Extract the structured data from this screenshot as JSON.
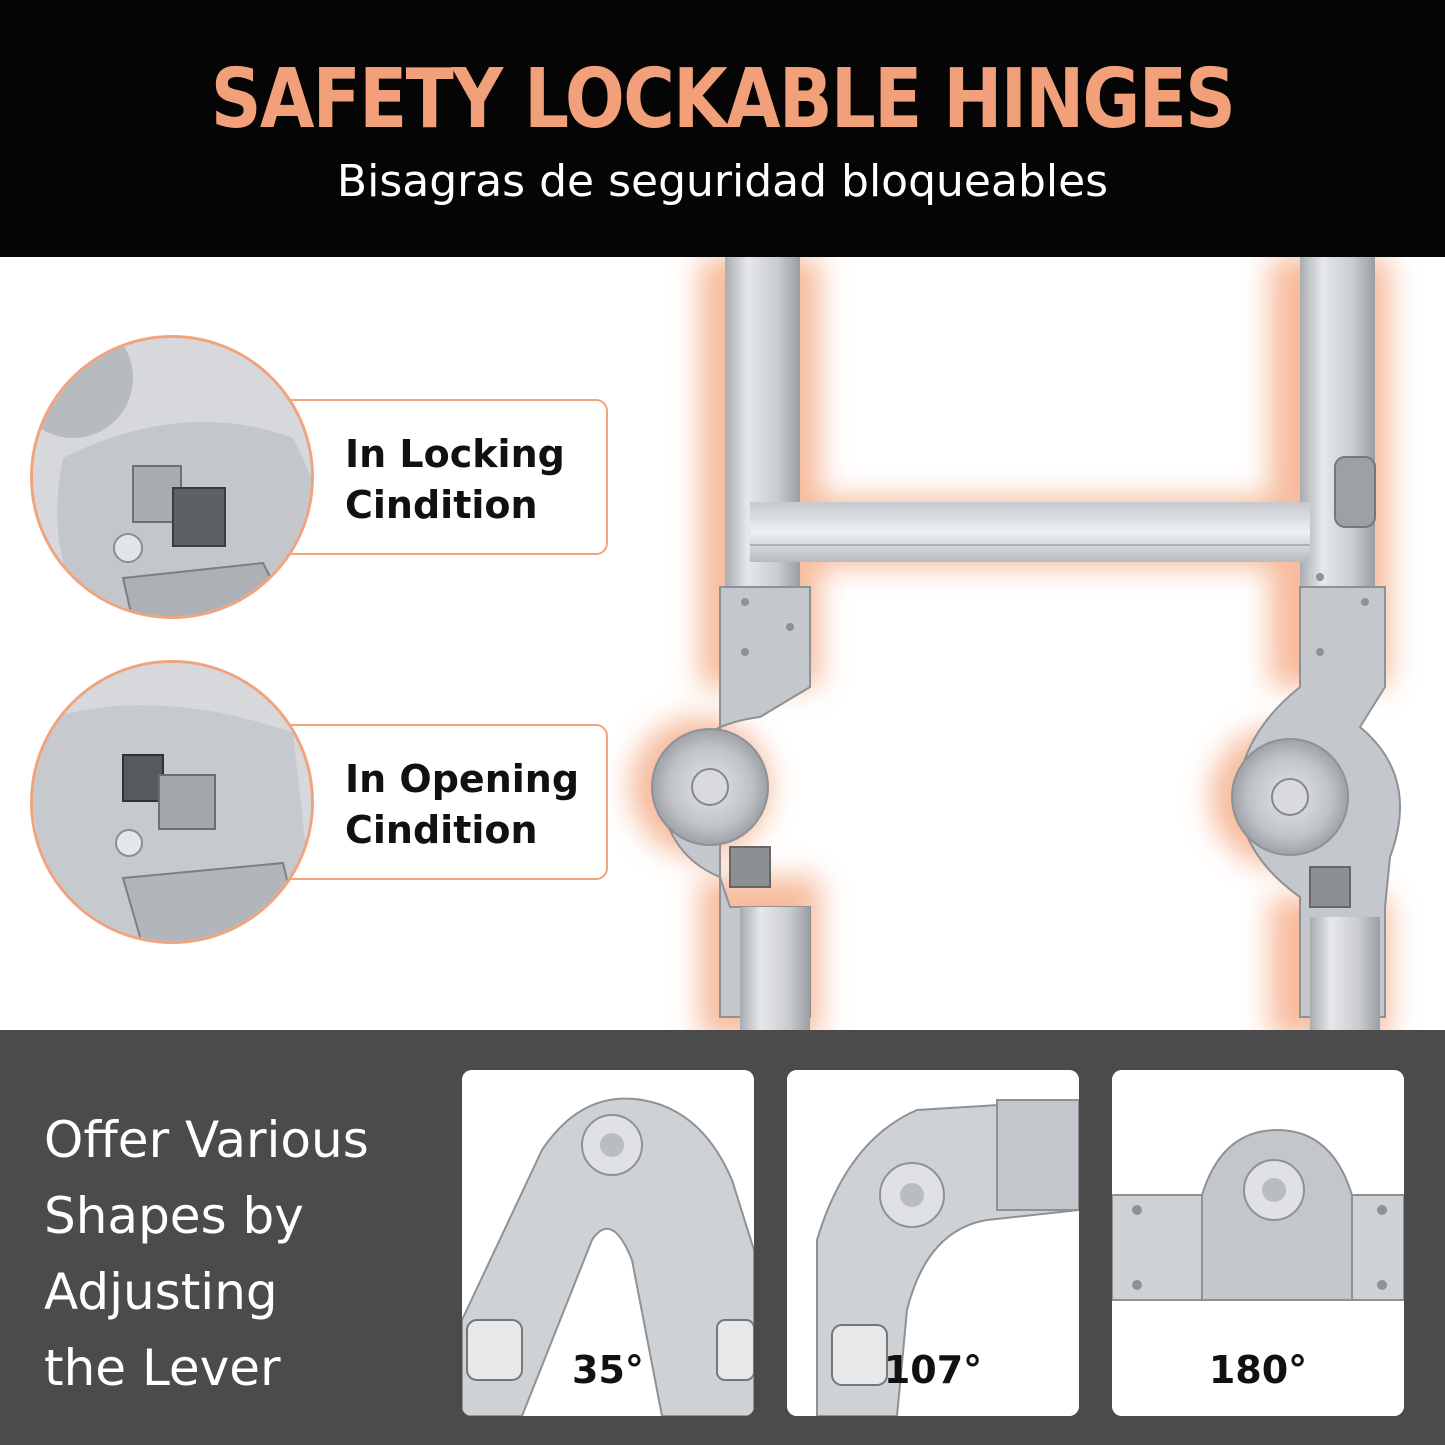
{
  "header": {
    "title": "SAFETY LOCKABLE HINGES",
    "subtitle": "Bisagras de seguridad bloqueables"
  },
  "callouts": [
    {
      "label_line1": "In Locking",
      "label_line2": "Cindition"
    },
    {
      "label_line1": "In Opening",
      "label_line2": "Cindition"
    }
  ],
  "bottom": {
    "offer_lines": [
      "Offer Various",
      "Shapes by",
      "Adjusting",
      "the Lever"
    ],
    "angles": [
      {
        "label": "35°"
      },
      {
        "label": "107°"
      },
      {
        "label": "180°"
      }
    ]
  },
  "colors": {
    "accent": "#f2a07a",
    "header_bg": "#050505",
    "band_bg": "#4b4b4b",
    "metal": "#cfd2d5"
  }
}
